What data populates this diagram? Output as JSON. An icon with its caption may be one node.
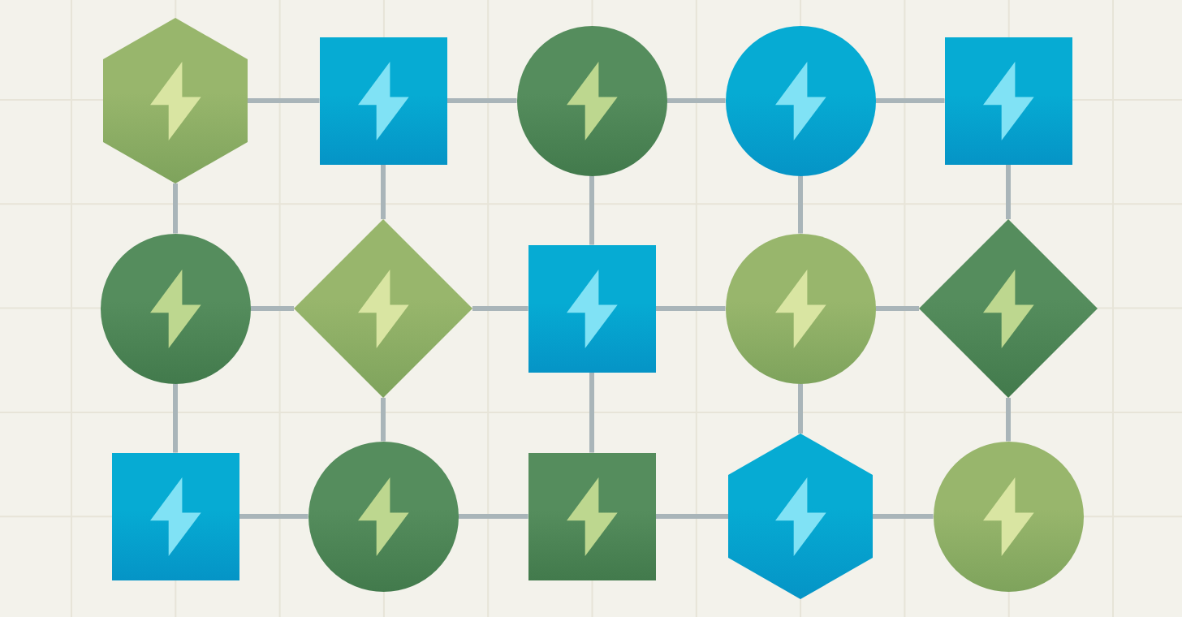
{
  "diagram": {
    "nodes": [
      {
        "text": [],
        "shape": "hexagon"
      },
      {
        "text": [],
        "shape": "box"
      },
      {
        "text": [],
        "shape": "circle"
      },
      {
        "text": [],
        "shape": "circle"
      },
      {
        "text": [],
        "shape": "box"
      },
      {
        "text": [],
        "shape": "circle"
      },
      {
        "text": [],
        "shape": "diamond"
      },
      {
        "text": [],
        "shape": "box"
      },
      {
        "text": [],
        "shape": "circle"
      },
      {
        "text": [],
        "shape": "diamond"
      },
      {
        "text": [],
        "shape": "box"
      },
      {
        "text": [],
        "shape": "circle"
      },
      {
        "text": [],
        "shape": "box"
      },
      {
        "text": [],
        "shape": "hexagon"
      },
      {
        "text": [],
        "shape": "circle"
      }
    ],
    "edges": [
      {
        "from": 0,
        "to": 1,
        "arrow": "none"
      },
      {
        "from": 1,
        "to": 2,
        "arrow": "none"
      },
      {
        "from": 2,
        "to": 3,
        "arrow": "none"
      },
      {
        "from": 3,
        "to": 4,
        "arrow": "none"
      },
      {
        "from": 0,
        "to": 5,
        "arrow": "none"
      },
      {
        "from": 1,
        "to": 6,
        "arrow": "none"
      },
      {
        "from": 2,
        "to": 7,
        "arrow": "none"
      },
      {
        "from": 3,
        "to": 8,
        "arrow": "none"
      },
      {
        "from": 4,
        "to": 9,
        "arrow": "none"
      },
      {
        "from": 5,
        "to": 6,
        "arrow": "none"
      },
      {
        "from": 6,
        "to": 7,
        "arrow": "none"
      },
      {
        "from": 7,
        "to": 8,
        "arrow": "none"
      },
      {
        "from": 8,
        "to": 9,
        "arrow": "none"
      },
      {
        "from": 5,
        "to": 10,
        "arrow": "none"
      },
      {
        "from": 6,
        "to": 11,
        "arrow": "none"
      },
      {
        "from": 7,
        "to": 12,
        "arrow": "none"
      },
      {
        "from": 8,
        "to": 13,
        "arrow": "none"
      },
      {
        "from": 9,
        "to": 14,
        "arrow": "none"
      },
      {
        "from": 10,
        "to": 11,
        "arrow": "none"
      },
      {
        "from": 11,
        "to": 12,
        "arrow": "none"
      },
      {
        "from": 12,
        "to": 13,
        "arrow": "none"
      },
      {
        "from": 13,
        "to": 14,
        "arrow": "none"
      }
    ]
  }
}
